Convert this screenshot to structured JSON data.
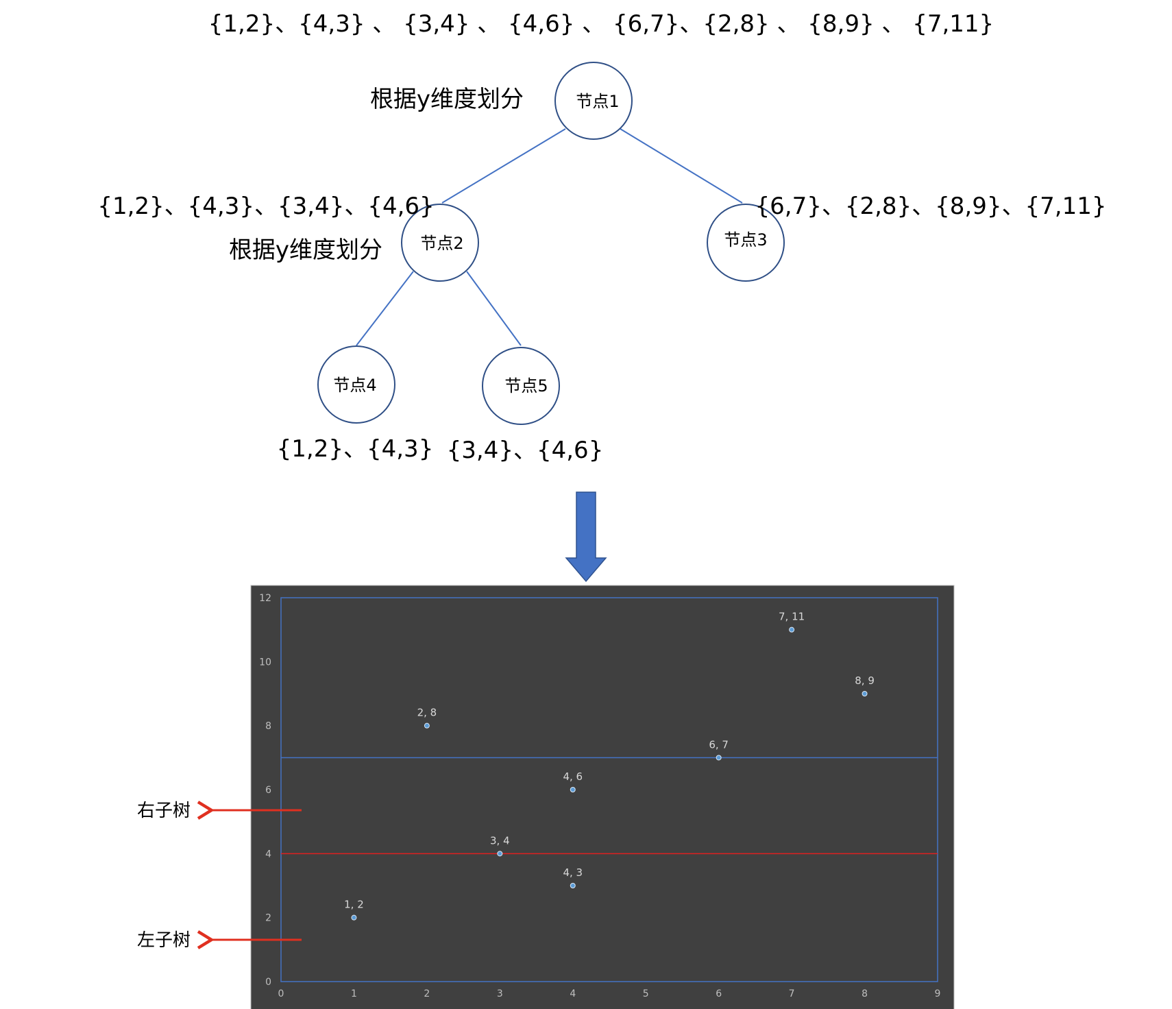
{
  "tree": {
    "root_set": "{1,2}、{4,3} 、 {3,4} 、 {4,6} 、 {6,7}、{2,8} 、 {8,9} 、 {7,11}",
    "root_split": "根据y维度划分",
    "node2_set": "{1,2}、{4,3}、{3,4}、{4,6}",
    "node2_split": "根据y维度划分",
    "node3_set": "{6,7}、{2,8}、{8,9}、{7,11}",
    "node4_set": "{1,2}、{4,3}",
    "node5_set": "{3,4}、{4,6}",
    "nodes": {
      "n1": "节点1",
      "n2": "节点2",
      "n3": "节点3",
      "n4": "节点4",
      "n5": "节点5"
    }
  },
  "side_labels": {
    "right_subtree": "右子树",
    "left_subtree": "左子树"
  },
  "colors": {
    "node_stroke": "#2f4f86",
    "edge": "#4472c4",
    "arrow_fill": "#4472c4",
    "chart_bg": "#404040",
    "plot_border": "#4472c4",
    "split_upper": "#4472c4",
    "split_lower": "#e02020",
    "side_arrow": "#e03020",
    "point": "#5b9bd5"
  },
  "chart_data": {
    "type": "scatter",
    "xlim": [
      0,
      9
    ],
    "ylim": [
      0,
      12
    ],
    "xticks": [
      0,
      1,
      2,
      3,
      4,
      5,
      6,
      7,
      8,
      9
    ],
    "yticks": [
      0,
      2,
      4,
      6,
      8,
      10,
      12
    ],
    "grid": false,
    "points": [
      {
        "x": 1,
        "y": 2,
        "label": "1, 2"
      },
      {
        "x": 4,
        "y": 3,
        "label": "4, 3"
      },
      {
        "x": 3,
        "y": 4,
        "label": "3, 4"
      },
      {
        "x": 4,
        "y": 6,
        "label": "4, 6"
      },
      {
        "x": 6,
        "y": 7,
        "label": "6, 7"
      },
      {
        "x": 2,
        "y": 8,
        "label": "2, 8"
      },
      {
        "x": 8,
        "y": 9,
        "label": "8, 9"
      },
      {
        "x": 7,
        "y": 11,
        "label": "7, 11"
      }
    ],
    "split_lines": [
      {
        "y": 7,
        "color": "#4472c4"
      },
      {
        "y": 4,
        "color": "#e02020"
      }
    ]
  }
}
